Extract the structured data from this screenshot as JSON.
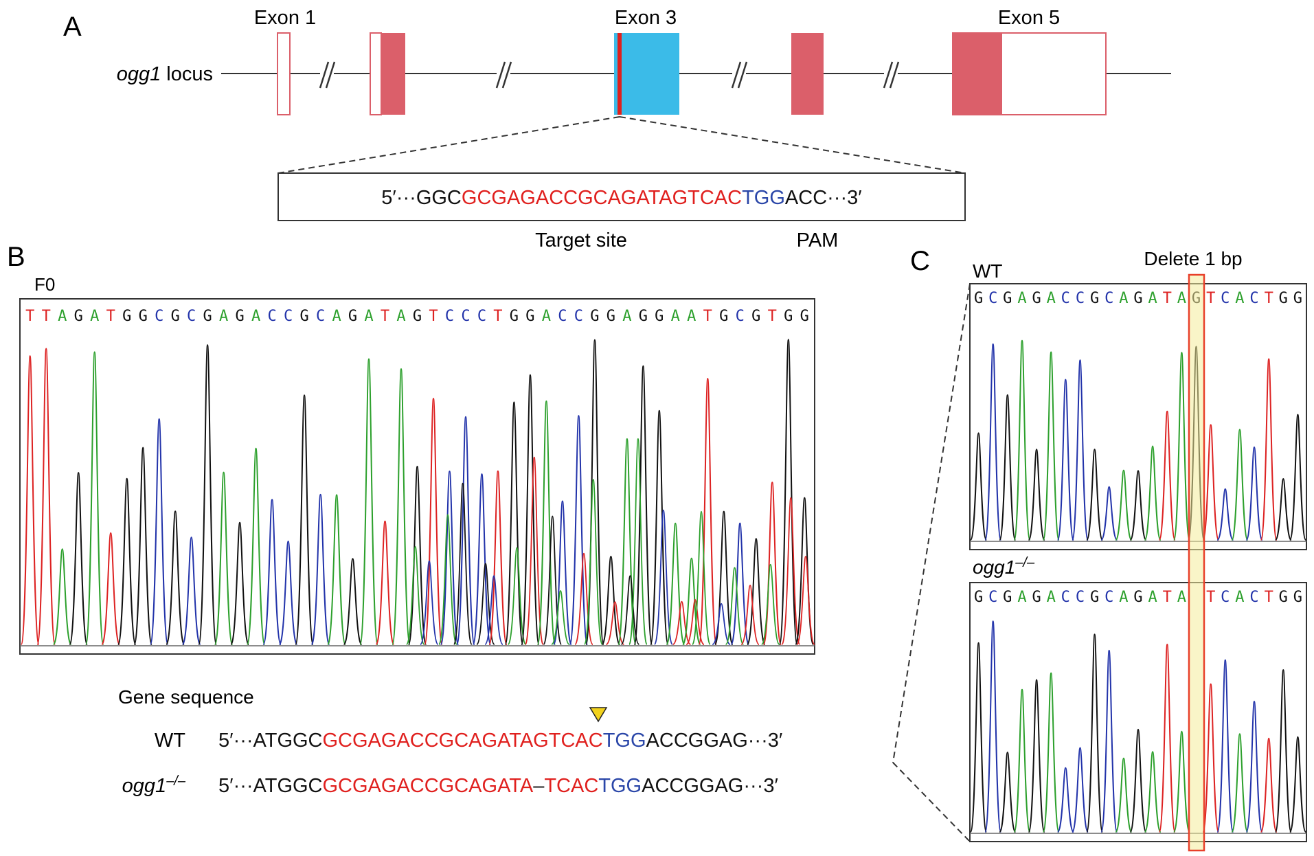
{
  "panel_a": {
    "letter": "A",
    "locus_gene": "ogg1",
    "locus_suffix": " locus",
    "exon_labels": [
      "Exon 1",
      "Exon 3",
      "Exon 5"
    ],
    "seq_prefix": "5′···GGC",
    "seq_target": "GCGAGACCGCAGATAGTCAC",
    "seq_pam": "TGG",
    "seq_suffix": "ACC···3′",
    "target_label": "Target site",
    "pam_label": "PAM"
  },
  "panel_b": {
    "letter": "B",
    "trace_label": "F0",
    "bases": "TTAGATGGCGCGAGACCGCAGATAGTCCCTGGACCGGAGGAATGCGTGG",
    "gene_seq_heading": "Gene sequence",
    "wt_label": "WT",
    "wt_prefix": "5′···ATGGC",
    "wt_target": "GCGAGACCGCAGATAGTCAC",
    "wt_pam": "TGG",
    "wt_suffix": "ACCGGAG···3′",
    "mut_label_gene": "ogg1",
    "mut_label_sup": "–/–",
    "mut_prefix": "5′···ATGGC",
    "mut_target_a": "GCGAGACCGCAGATA",
    "mut_gap": "–",
    "mut_target_b": "TCAC",
    "mut_pam": "TGG",
    "mut_suffix": "ACCGGAG···3′"
  },
  "panel_c": {
    "letter": "C",
    "delete_label": "Delete 1 bp",
    "wt_label": "WT",
    "mut_label_gene": "ogg1",
    "mut_label_sup": "–/–",
    "wt_bases": "GCGAGACCGCAGATAGTCACTGG",
    "mut_bases": "GCGAGACCGCAGATA TCACTGG"
  },
  "colors": {
    "A": "#2ca02c",
    "C": "#2233aa",
    "G": "#111111",
    "T": "#dd2222",
    "exon": "#db5f6a",
    "exon3": "#3bbbe8",
    "target": "#e0201e",
    "pam": "#2a46a8",
    "highlight": "#f4ec9a",
    "highlight_border": "#e8402a"
  }
}
